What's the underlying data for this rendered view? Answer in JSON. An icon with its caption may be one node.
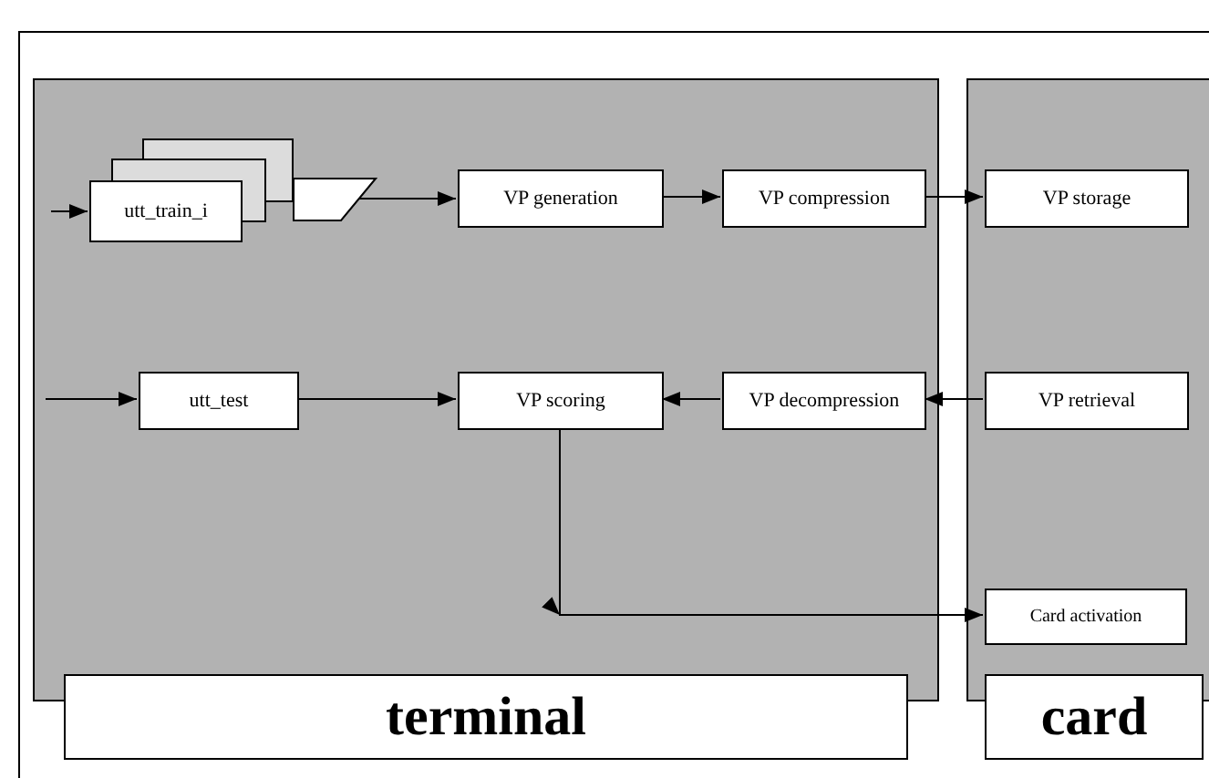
{
  "diagram": {
    "nodes": [
      {
        "text": [
          "terminal"
        ]
      },
      {
        "text": [
          "card"
        ]
      },
      {
        "text": [
          "utt_train_i"
        ],
        "in": 0
      },
      {
        "text": [
          "VP generation"
        ],
        "in": 0
      },
      {
        "text": [
          "VP compression"
        ],
        "in": 0
      },
      {
        "text": [
          "VP storage"
        ],
        "in": 1
      },
      {
        "text": [
          "utt_test"
        ],
        "in": 0
      },
      {
        "text": [
          "VP scoring"
        ],
        "in": 0
      },
      {
        "text": [
          "VP decompression"
        ],
        "in": 0
      },
      {
        "text": [
          "VP retrieval"
        ],
        "in": 1
      },
      {
        "text": [
          "Card activation"
        ],
        "in": 1
      }
    ],
    "edges": [
      {
        "from": null,
        "to": 2,
        "arrow": "to"
      },
      {
        "from": 2,
        "to": 3,
        "arrow": "to"
      },
      {
        "from": 3,
        "to": 4,
        "arrow": "to"
      },
      {
        "from": 4,
        "to": 5,
        "arrow": "to"
      },
      {
        "from": null,
        "to": 6,
        "arrow": "to"
      },
      {
        "from": 6,
        "to": 7,
        "arrow": "to"
      },
      {
        "from": 8,
        "to": 7,
        "arrow": "to"
      },
      {
        "from": 9,
        "to": 8,
        "arrow": "to"
      },
      {
        "from": 7,
        "to": 10,
        "arrow": "to"
      }
    ]
  }
}
